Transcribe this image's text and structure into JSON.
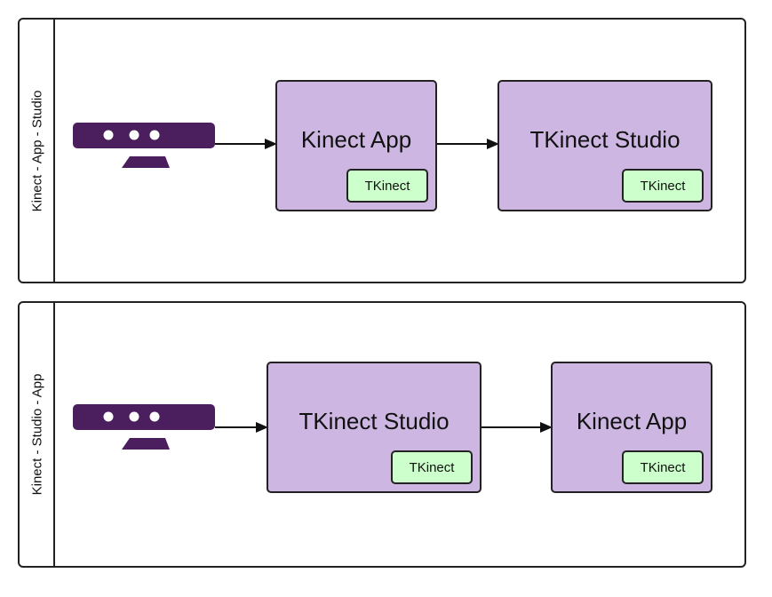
{
  "lanes": [
    {
      "title": "Kinect - App - Studio",
      "nodes": [
        {
          "label": "Kinect App",
          "tag": "TKinect"
        },
        {
          "label": "TKinect Studio",
          "tag": "TKinect"
        }
      ]
    },
    {
      "title": "Kinect - Studio - App",
      "nodes": [
        {
          "label": "TKinect Studio",
          "tag": "TKinect"
        },
        {
          "label": "Kinect App",
          "tag": "TKinect"
        }
      ]
    }
  ],
  "colors": {
    "sensor": "#4b1f5e",
    "box_fill": "#cdb7e2",
    "tag_fill": "#ccffcc",
    "border": "#222222"
  },
  "icons": [
    "kinect-sensor-icon"
  ]
}
